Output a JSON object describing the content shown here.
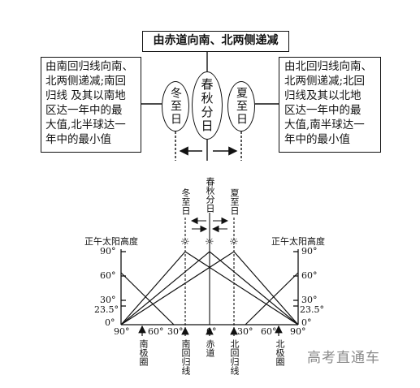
{
  "top_box": "由赤道向南、北两侧递减",
  "left_box": [
    "由南回归线向南、",
    "北两侧递减;南回",
    "归线 及其以南地",
    "区达一年中的最",
    "大值,北半球达一",
    "年中的最小值"
  ],
  "right_box": [
    "由北回归线向南、",
    "北两侧递减;北回",
    "归线及其以北地",
    "区达一年中的最",
    "大值,南半球达一",
    "年中的最小值"
  ],
  "ellipses": {
    "winter": "冬至日",
    "equinox": "春秋分日",
    "summer": "夏至日"
  },
  "chart": {
    "markers": {
      "winter": "冬至日",
      "equinox": "春秋分日",
      "summer": "夏至日"
    },
    "left_axis_title": "正午太阳高度",
    "right_axis_title": "正午太阳高度",
    "left_ticks": [
      "90°",
      "60°",
      "30°",
      "23.5°",
      "0°"
    ],
    "right_ticks": [
      "90°",
      "60°",
      "30°",
      "23.5°",
      "0°"
    ],
    "bottom_ticks": [
      "90°",
      "60°",
      "30°",
      "0°",
      "30°",
      "60°",
      "90°"
    ],
    "bottom_labels": {
      "south_polar": "南极圈",
      "tropic_capricorn": "南回归线",
      "equator": "赤道",
      "tropic_cancer": "北回归线",
      "north_polar": "北极圈"
    }
  },
  "watermark": "高考直通车"
}
